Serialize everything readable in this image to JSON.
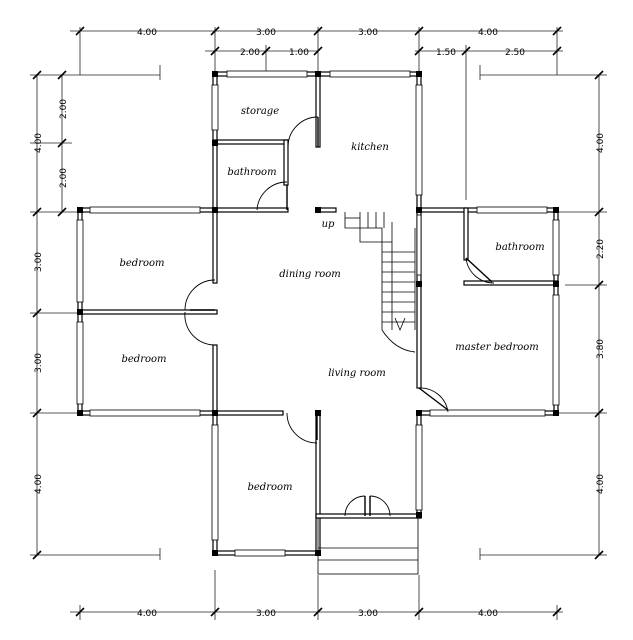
{
  "dimensions": {
    "top_outer": [
      "4.00",
      "3.00",
      "3.00",
      "4.00"
    ],
    "top_inner": [
      "2.00",
      "1.00",
      "1.50",
      "2.50"
    ],
    "bottom": [
      "4.00",
      "3.00",
      "3.00",
      "4.00"
    ],
    "left_outer": [
      "4.00",
      "3.00",
      "3.00",
      "4.00"
    ],
    "left_inner": [
      "2.00",
      "2.00"
    ],
    "right": [
      "4.00",
      "2.20",
      "3.80",
      "4.00"
    ]
  },
  "rooms": {
    "storage": "storage",
    "kitchen": "kitchen",
    "bathroom_small": "bathroom",
    "bathroom_master": "bathroom",
    "bedroom_upper_left": "bedroom",
    "bedroom_lower_left": "bedroom",
    "bedroom_bottom": "bedroom",
    "dining_room": "dining room",
    "living_room": "living room",
    "master_bedroom": "master bedroom"
  },
  "stair_label": "up"
}
